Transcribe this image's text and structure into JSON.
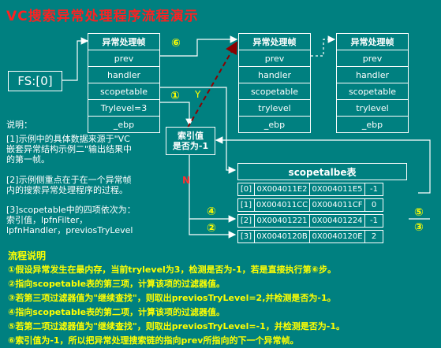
{
  "title": "VC搜索异常处理程序流程演示",
  "fs_label": "FS:[0]",
  "frame_fields": [
    "异常处理帧",
    "prev",
    "handler",
    "scopetable",
    "Trylevel=3",
    "_ebp"
  ],
  "frame2_fields": [
    "异常处理帧",
    "prev",
    "handler",
    "scopetable",
    "trylevel",
    "_ebp"
  ],
  "frame3_fields": [
    "异常处理帧",
    "prev",
    "handler",
    "scopetable",
    "trylevel",
    "_ebp"
  ],
  "decision": "索引值\n是否为-1",
  "yes_label": "Y",
  "no_label": "N",
  "markers": {
    "m1": "①",
    "m2": "②",
    "m3": "③",
    "m4": "④",
    "m5": "⑤",
    "m6": "⑥"
  },
  "notes": {
    "heading": "说明：",
    "n1": "[1]示例中的具体数据来源于\"VC\n嵌套异常结构示例二\"输出结果中\n的第一帧。",
    "n2": "[2]示例侧重点在于在一个异常帧\n内的搜索异常处理程序的过程。",
    "n3": "[3]scopetable中的四项依次为：\n索引值，lpfnFilter，\nlpfnHandler，previosTryLevel"
  },
  "scopetable": {
    "title": "scopetalbe表",
    "rows": [
      [
        "[0]",
        "0X004011E2",
        "0X004011E5",
        "-1"
      ],
      [
        "[1]",
        "0X004011CC",
        "0X004011CF",
        "0"
      ],
      [
        "[2]",
        "0X00401221",
        "0X00401224",
        "-1"
      ],
      [
        "[3]",
        "0X0040120B",
        "0X0040120E",
        "2"
      ]
    ]
  },
  "flow": {
    "heading": "流程说明",
    "steps": [
      "①假设异常发生在最内存，当前trylevel为3，检测是否为-1，若是直接执行第⑥步。",
      "②指向scopetable表的第三项，计算该项的过滤器值。",
      "③若第三项过滤器值为\"继续查找\"，则取出previosTryLevel=2,并检测是否为-1。",
      "④指向scopetable表的第二项，计算该项的过滤器值。",
      "⑤若第二项过滤器值为\"继续查找\"，则取出previosTryLevel=-1，并检测是否为-1。",
      "⑥索引值为-1，所以把异常处理搜索链的指向prev所指向的下一个异常帧。"
    ]
  },
  "colors": {
    "background": "#008080",
    "line": "#ffffff",
    "title": "#ff2020",
    "highlight": "#ffff00",
    "dashed_arrow": "#8b0000"
  }
}
